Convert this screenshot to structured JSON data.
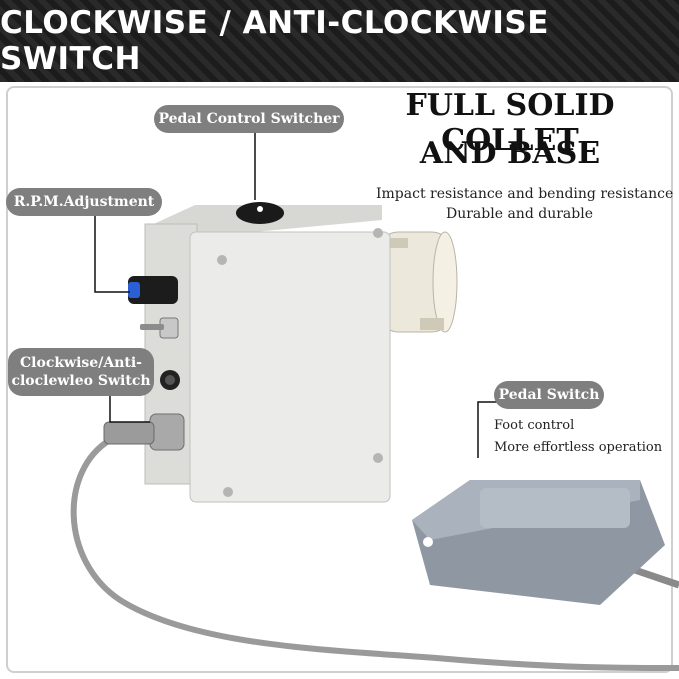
{
  "banner": {
    "title": "CLOCKWISE / ANTI-CLOCKWISE SWITCH"
  },
  "headline": {
    "line1": "FULL SOLID COLLET",
    "line2": "AND BASE"
  },
  "features": {
    "line1": "Impact resistance and bending resistance",
    "line2": "Durable and durable"
  },
  "labels": {
    "pedal_control": "Pedal Control Switcher",
    "rpm": "R.P.M.Adjustment",
    "direction_line1": "Clockwise/Anti-",
    "direction_line2": "cloclewleo Switch",
    "pedal_switch": "Pedal Switch"
  },
  "pedal_notes": {
    "line1": "Foot control",
    "line2": "More effortless operation"
  },
  "colors": {
    "banner": "#222222",
    "pill": "#7f7f7f",
    "box": "#e8e8e6",
    "pedal": "#9aa3ad",
    "knob": "#2a5fd6"
  }
}
